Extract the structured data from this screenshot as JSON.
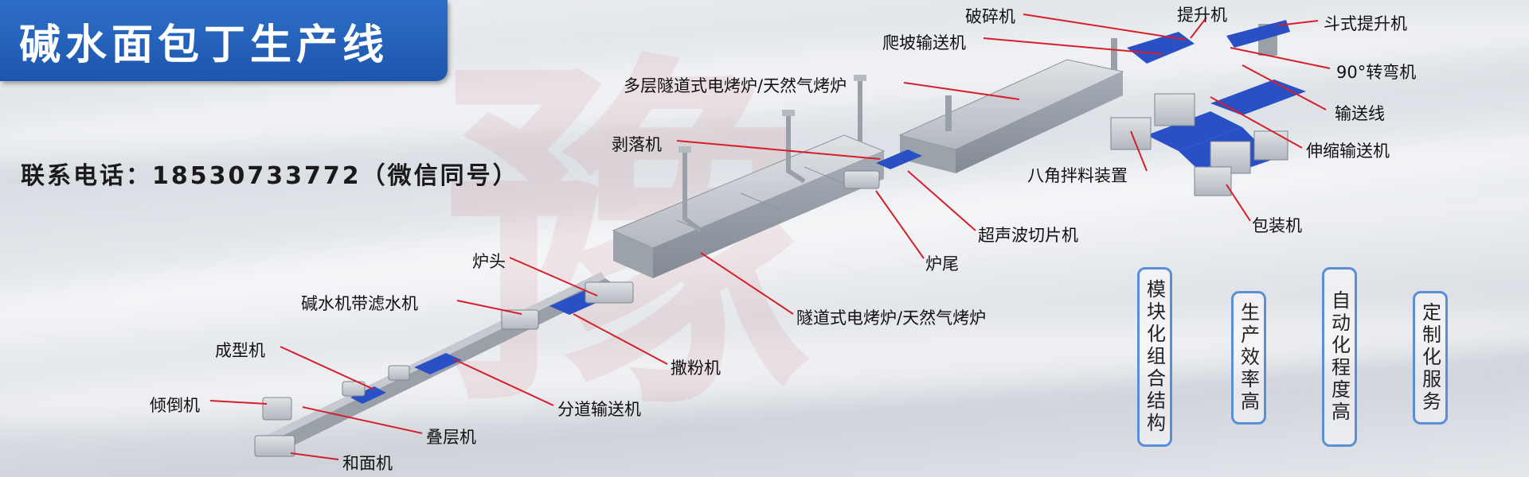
{
  "title": "碱水面包丁生产线",
  "contact": "联系电话：18530733772（微信同号）",
  "watermark": "豫",
  "colors": {
    "banner": "#1d55ad",
    "leader": "#d61f2a",
    "conveyor": "#2950c4",
    "steel": "#b9bec6",
    "box_border": "#5a8fd8"
  },
  "labels": {
    "posui": "破碎机",
    "tisheng": "提升机",
    "doushi": "斗式提升机",
    "papo": "爬坡输送机",
    "zhuanwan": "90°转弯机",
    "duoceng": "多层隧道式电烤炉/天然气烤炉",
    "shusong": "输送线",
    "shensuo": "伸缩输送机",
    "boluo": "剥落机",
    "bajiao": "八角拌料装置",
    "baozhuang": "包装机",
    "chaosheng": "超声波切片机",
    "lutou": "炉头",
    "luwei": "炉尾",
    "jianshui": "碱水机带滤水机",
    "suidao": "隧道式电烤炉/天然气烤炉",
    "chengxing": "成型机",
    "safen": "撒粉机",
    "qingdao": "倾倒机",
    "fendao": "分道输送机",
    "dieceng": "叠层机",
    "hemian": "和面机"
  },
  "features": [
    "模块化组合结构",
    "生产效率高",
    "自动化程度高",
    "定制化服务"
  ]
}
